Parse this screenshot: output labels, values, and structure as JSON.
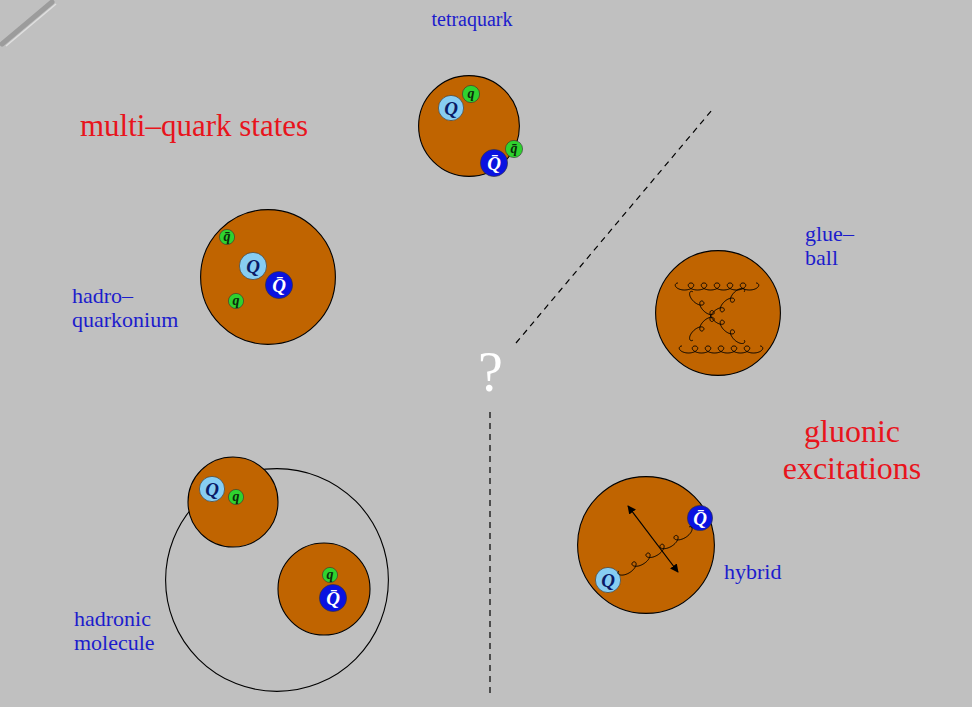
{
  "diagram": {
    "nodes": [
      {
        "text": [
          "tetraquark"
        ]
      },
      {
        "text": [
          "Q"
        ],
        "in": 0
      },
      {
        "text": [
          "q"
        ],
        "in": 0
      },
      {
        "text": [
          "Q̄"
        ],
        "in": 0
      },
      {
        "text": [
          "q̄"
        ],
        "in": 0
      },
      {
        "text": [
          "glue– ball"
        ]
      },
      {
        "text": [
          "hadro– quarkonium"
        ]
      },
      {
        "text": [
          "q̄"
        ],
        "in": 6
      },
      {
        "text": [
          "Q"
        ],
        "in": 6
      },
      {
        "text": [
          "Q̄"
        ],
        "in": 6
      },
      {
        "text": [
          "q"
        ],
        "in": 6
      },
      {
        "text": [
          "hadronic molecule"
        ]
      },
      {
        "text": [
          "Q"
        ],
        "in": 11
      },
      {
        "text": [
          "q"
        ],
        "in": 11
      },
      {
        "text": [
          "q"
        ],
        "in": 11
      },
      {
        "text": [
          "Q̄"
        ],
        "in": 11
      },
      {
        "text": [
          "hybrid"
        ]
      },
      {
        "text": [
          "Q̄"
        ],
        "in": 16
      },
      {
        "text": [
          "Q"
        ],
        "in": 16
      }
    ],
    "labels": [
      "multi–quark states",
      "gluonic excitations",
      "?"
    ]
  }
}
